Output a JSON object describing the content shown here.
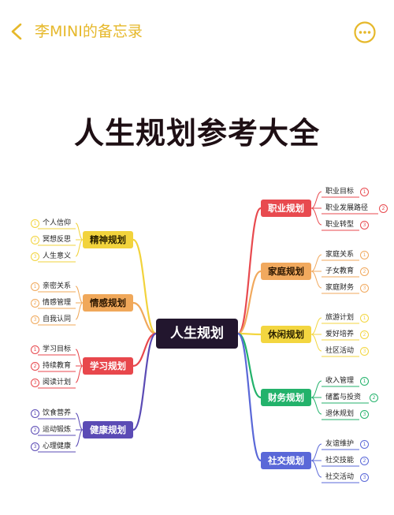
{
  "header": {
    "title": "李MINI的备忘录",
    "back_icon": "chevron-left-icon",
    "more_icon": "ellipsis-circle-icon",
    "accent": "#e6b82a"
  },
  "headline": "人生规划参考大全",
  "mindmap": {
    "center": "人生规划",
    "left_branches": [
      {
        "label": "精神规划",
        "color": "#f2d33c",
        "text_color": "#2b2200",
        "items": [
          "个人信仰",
          "冥想反思",
          "人生意义"
        ],
        "numbers": [
          "1",
          "2",
          "3"
        ]
      },
      {
        "label": "情感规划",
        "color": "#f0a85a",
        "text_color": "#2b1600",
        "items": [
          "亲密关系",
          "情感管理",
          "自我认同"
        ],
        "numbers": [
          "1",
          "2",
          "3"
        ]
      },
      {
        "label": "学习规划",
        "color": "#e8474c",
        "text_color": "#ffffff",
        "items": [
          "学习目标",
          "持续教育",
          "阅读计划"
        ],
        "numbers": [
          "1",
          "2",
          "3"
        ]
      },
      {
        "label": "健康规划",
        "color": "#5b4bb5",
        "text_color": "#ffffff",
        "items": [
          "饮食营养",
          "运动锻炼",
          "心理健康"
        ],
        "numbers": [
          "1",
          "2",
          "3"
        ]
      }
    ],
    "right_branches": [
      {
        "label": "职业规划",
        "color": "#e84a4f",
        "text_color": "#ffffff",
        "items": [
          "职业目标",
          "职业发展路径",
          "职业转型"
        ],
        "numbers": [
          "1",
          "2",
          "3"
        ]
      },
      {
        "label": "家庭规划",
        "color": "#f1a95e",
        "text_color": "#2b1600",
        "items": [
          "家庭关系",
          "子女教育",
          "家庭财务"
        ],
        "numbers": [
          "1",
          "2",
          "3"
        ]
      },
      {
        "label": "休闲规划",
        "color": "#f3d640",
        "text_color": "#2b2200",
        "items": [
          "旅游计划",
          "爱好培养",
          "社区活动"
        ],
        "numbers": [
          "1",
          "2",
          "3"
        ]
      },
      {
        "label": "财务规划",
        "color": "#23b26b",
        "text_color": "#ffffff",
        "items": [
          "收入管理",
          "储蓄与投资",
          "退休规划"
        ],
        "numbers": [
          "1",
          "2",
          "3"
        ]
      },
      {
        "label": "社交规划",
        "color": "#5a68d8",
        "text_color": "#ffffff",
        "items": [
          "友谊维护",
          "社交技能",
          "社交活动"
        ],
        "numbers": [
          "1",
          "2",
          "3"
        ]
      }
    ]
  }
}
